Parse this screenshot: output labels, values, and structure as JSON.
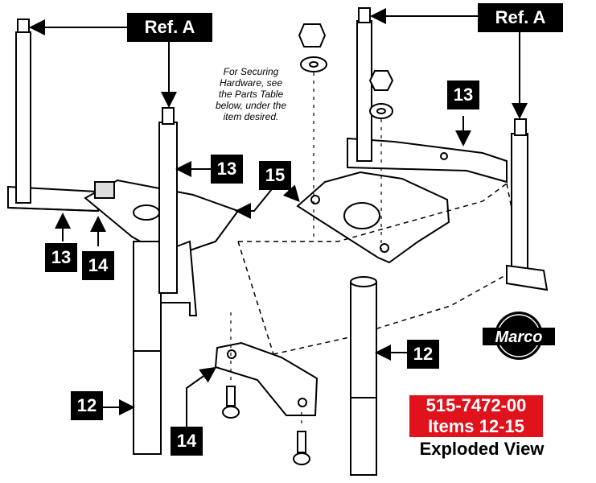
{
  "labels": {
    "ref_a": "Ref. A",
    "n12": "12",
    "n13": "13",
    "n14": "14",
    "n15": "15"
  },
  "note_lines": [
    "For Securing",
    "Hardware, see",
    "the Parts Table",
    "below, under the",
    "item desired."
  ],
  "part_number": "515-7472-00",
  "items": "Items 12-15",
  "view": "Exploded View",
  "logo": "Marco",
  "colors": {
    "callout_bg": "#000000",
    "part_box": "#e0121b",
    "line": "#000000"
  }
}
